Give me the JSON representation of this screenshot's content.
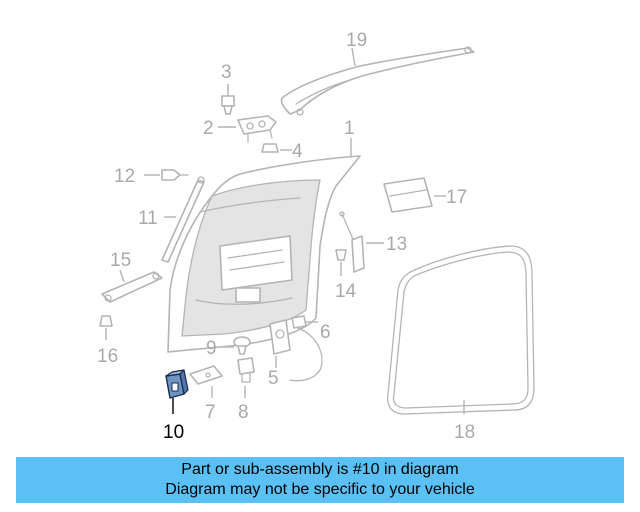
{
  "diagram": {
    "callouts": [
      "1",
      "2",
      "3",
      "4",
      "5",
      "6",
      "7",
      "8",
      "9",
      "10",
      "11",
      "12",
      "13",
      "14",
      "15",
      "16",
      "17",
      "18",
      "19"
    ],
    "highlighted": "10"
  },
  "banner": {
    "line1": "Part or sub-assembly is #10 in diagram",
    "line2": "Diagram may not be specific to your vehicle",
    "color": "#5bc0f4"
  }
}
